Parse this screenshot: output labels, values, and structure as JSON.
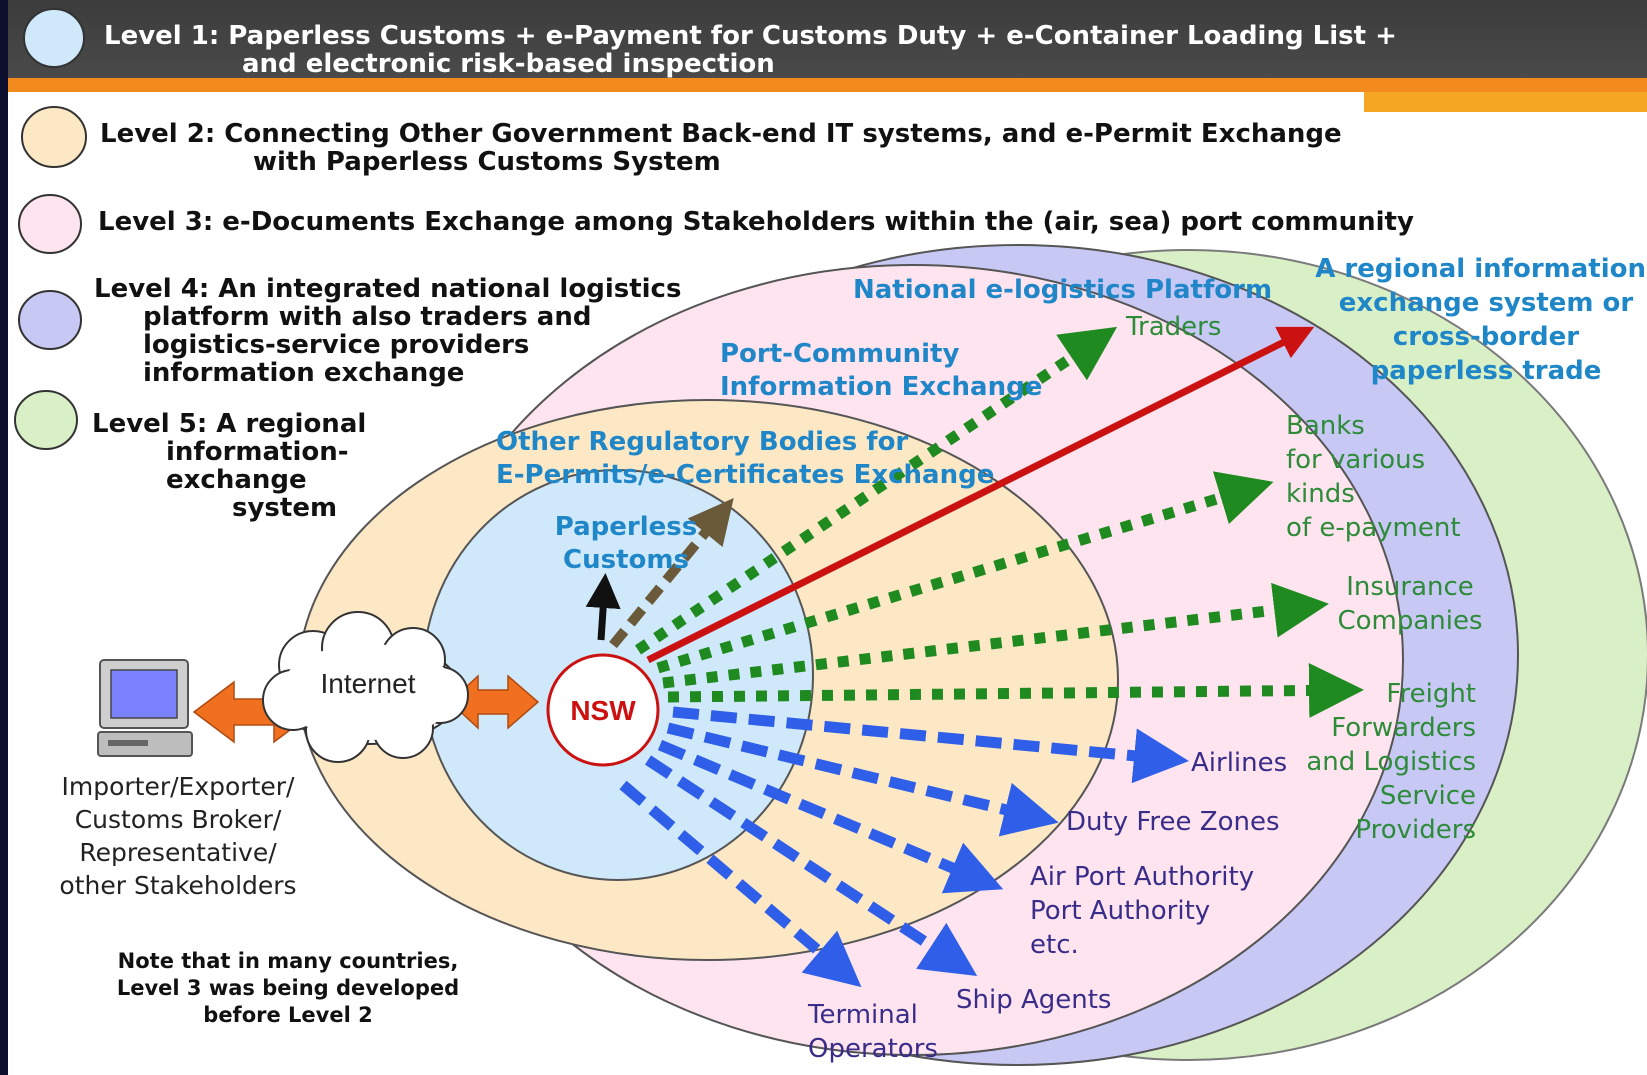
{
  "levels": [
    {
      "line1": "Level 1: Paperless Customs + e-Payment for Customs Duty + e-Container Loading List +",
      "line2": "and electronic risk-based inspection",
      "color": "#cfe9fb"
    },
    {
      "line1": "Level 2: Connecting Other Government Back-end IT systems, and e-Permit Exchange",
      "line2": "with Paperless Customs System",
      "color": "#fde8c6"
    },
    {
      "line1": "Level 3: e-Documents Exchange among Stakeholders within the (air, sea) port community",
      "color": "#fde4ee"
    },
    {
      "line1": "Level 4: An integrated national logistics",
      "line2": "platform with also traders and",
      "line3": "logistics-service providers",
      "line4": "information exchange",
      "color": "#c8c8f4"
    },
    {
      "line1": "Level 5: A regional",
      "line2": "information-exchange",
      "line3": "system",
      "color": "#d9efc6"
    }
  ],
  "zones": {
    "paperless_customs": [
      "Paperless",
      "Customs"
    ],
    "other_regulatory": [
      "Other Regulatory Bodies for",
      "E-Permits/e-Certificates Exchange"
    ],
    "port_community": [
      "Port-Community",
      "Information Exchange"
    ],
    "national_platform": "National e-logistics Platform",
    "regional": [
      "A regional information-",
      "exchange system or",
      "cross-border",
      "paperless trade"
    ]
  },
  "hub": "NSW",
  "internet": "Internet",
  "actor": [
    "Importer/Exporter/",
    "Customs Broker/",
    "Representative/",
    "other Stakeholders"
  ],
  "note": [
    "Note that in many countries,",
    "Level 3 was being developed",
    "before Level 2"
  ],
  "stakeholders": {
    "traders": "Traders",
    "banks": [
      "Banks",
      "for various",
      "kinds",
      "of e-payment"
    ],
    "insurance": [
      "Insurance",
      "Companies"
    ],
    "freight": [
      "Freight",
      "Forwarders",
      "and Logistics",
      "Service",
      "Providers"
    ],
    "airlines": "Airlines",
    "duty_free": "Duty Free Zones",
    "port_authority": [
      "Air Port Authority",
      "Port Authority",
      "etc."
    ],
    "ship_agents": "Ship Agents",
    "terminal": [
      "Terminal",
      "Operators"
    ]
  },
  "colors": {
    "header_bg": "#444444",
    "header_stripe": "#f28a1e",
    "zone_label_blue": "#1f86c8",
    "green_label": "#2e8b3a",
    "purple_label": "#3a2d8a",
    "green_arrow": "#1f8a1f",
    "blue_arrow": "#2f5fe8",
    "red_arrow": "#cc1111",
    "brown_arrow": "#6b5a3a",
    "orange_arrow": "#f07020"
  }
}
